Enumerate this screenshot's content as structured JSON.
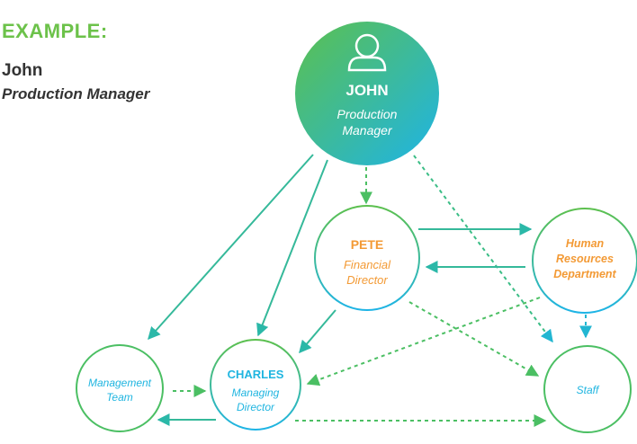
{
  "header": {
    "label": "EXAMPLE:",
    "person_name": "John",
    "person_role": "Production Manager"
  },
  "nodes": {
    "john": {
      "title": "JOHN",
      "subtitle_line1": "Production",
      "subtitle_line2": "Manager",
      "icon": "user-icon"
    },
    "pete": {
      "title": "PETE",
      "subtitle_line1": "Financial",
      "subtitle_line2": "Director"
    },
    "hr": {
      "line1": "Human",
      "line2": "Resources",
      "line3": "Department"
    },
    "management": {
      "line1": "Management",
      "line2": "Team"
    },
    "charles": {
      "title": "CHARLES",
      "subtitle_line1": "Managing",
      "subtitle_line2": "Director"
    },
    "staff": {
      "label": "Staff"
    }
  },
  "colors": {
    "green": "#6cc24a",
    "teal": "#2bb8a8",
    "blue": "#1fb5e0",
    "orange": "#f39a35",
    "circle_stroke": "#37c19c"
  }
}
